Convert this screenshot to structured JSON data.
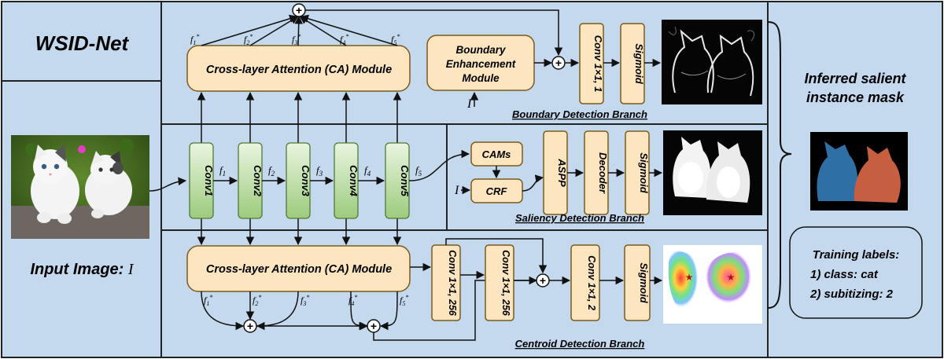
{
  "title": "WSID-Net",
  "input_label": "Input Image: ",
  "input_symbol": "I",
  "output_label": [
    "Inferred salient",
    "instance mask"
  ],
  "training_labels": [
    "Training labels:",
    "1) class: cat",
    "2) subitizing: 2"
  ],
  "ca_module_label": "Cross-layer Attention (CA) Module",
  "boundary_module_label": [
    "Boundary",
    "Enhancement",
    "Module"
  ],
  "branch_labels": {
    "boundary": "Boundary Detection Branch",
    "saliency": "Saliency Detection Branch",
    "centroid": "Centroid Detection Branch"
  },
  "backbone": [
    "Conv1",
    "Conv2",
    "Conv3",
    "Conv4",
    "Conv5"
  ],
  "features": [
    "f",
    "f",
    "f",
    "f",
    "f"
  ],
  "feature_subscripts": [
    "1",
    "2",
    "3",
    "4",
    "5"
  ],
  "feature_star": "*",
  "boundary_ops": [
    "Conv 1×1, 1",
    "Sigmoid"
  ],
  "saliency_ops": [
    "CAMs",
    "CRF",
    "ASPP",
    "Decoder",
    "Sigmoid"
  ],
  "centroid_ops": [
    "Conv 1×1, 256",
    "Conv 1×1, 256",
    "Conv 1×1, 2",
    "Sigmoid"
  ],
  "sum_symbol": "+",
  "colors": {
    "panel_bg": "#c4d8ee",
    "module_fill": "#fde6bf",
    "module_stroke": "#7a5a1c",
    "conv_top": "#e7f3dc",
    "conv_bottom": "#a6cd8a",
    "instance_blue": "#2e6fa5",
    "instance_orange": "#c65f40"
  }
}
